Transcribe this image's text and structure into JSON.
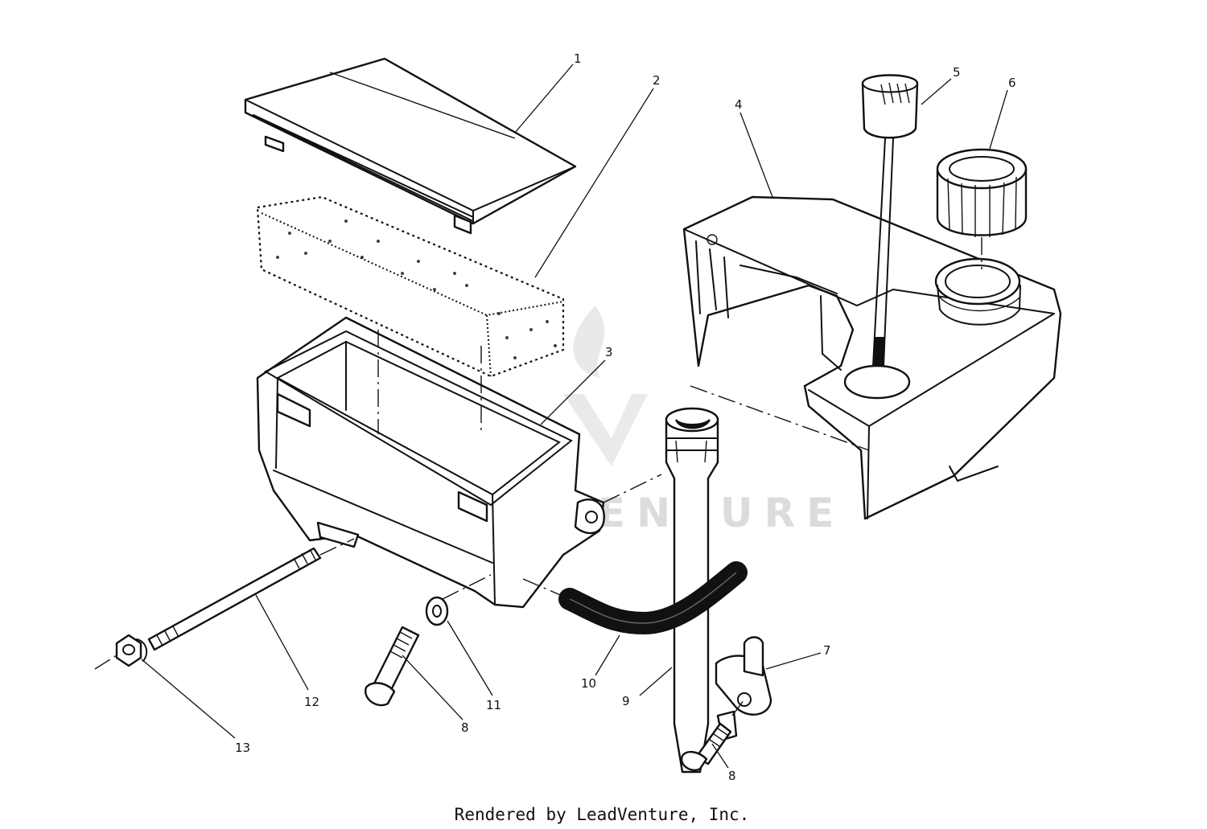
{
  "diagram": {
    "callouts": [
      "1",
      "2",
      "3",
      "4",
      "5",
      "6",
      "7",
      "8",
      "8",
      "9",
      "10",
      "11",
      "12",
      "13"
    ],
    "watermark": "LEADVENTURE",
    "footer": "Rendered by LeadVenture, Inc."
  }
}
